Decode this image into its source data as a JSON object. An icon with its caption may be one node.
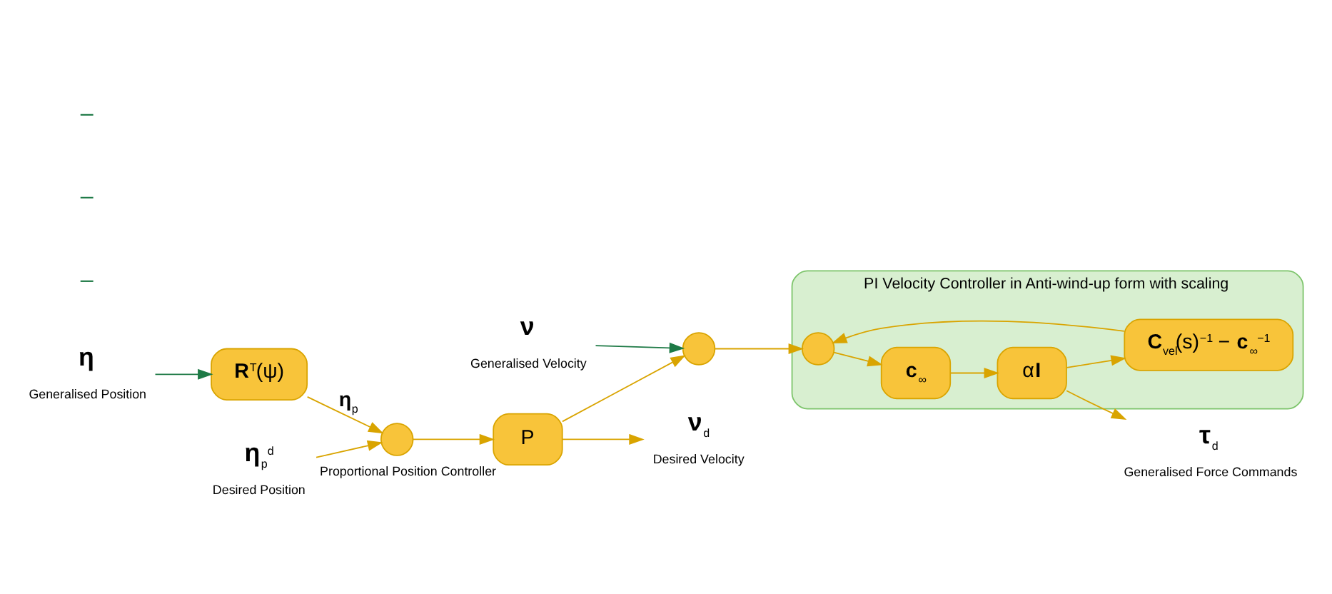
{
  "diagram": {
    "nodes": [
      {
        "text": [],
        "shape": "circle"
      },
      {
        "text": [
          "P"
        ],
        "beside": [
          "Proportional Position Controller"
        ]
      },
      {
        "text": [],
        "shape": "circle"
      },
      {
        "text": [
          "PI Velocity Controller in Anti-wind-up form with scaling"
        ]
      },
      {
        "text": [],
        "shape": "circle",
        "in": 3
      },
      {
        "text": [
          "**c**$_{∞}$"
        ],
        "in": 3
      },
      {
        "text": [
          "α**I**"
        ],
        "in": 3
      },
      {
        "text": [
          "**C**$_{vel}$(s)$^{−1}$ − **c**$_{∞}$$^{−1}$"
        ],
        "in": 3
      },
      {
        "text": [
          "**R**$^{T}$(ψ)"
        ]
      },
      {
        "text": [
          "**η**$_{p}$$^{d}$",
          "Desired Position"
        ]
      },
      {
        "text": [
          "**ν**$_{d}$",
          "Desired Velocity"
        ]
      },
      {
        "text": [
          "**τ**$_{d}$",
          "Generalised Force Commands"
        ]
      },
      {
        "text": [
          "**ν**",
          "Generalised Velocity"
        ]
      },
      {
        "text": [
          "**η**",
          "Generalised Position"
        ]
      }
    ],
    "edges": [
      {
        "from": 9,
        "to": 0,
        "arrow": "to"
      },
      {
        "from": 0,
        "to": 1,
        "arrow": "to"
      },
      {
        "from": 1,
        "to": 2,
        "arrow": "to"
      },
      {
        "from": 1,
        "to": 10,
        "arrow": "to"
      },
      {
        "from": 2,
        "to": 4,
        "arrow": "to"
      },
      {
        "from": 4,
        "to": 5,
        "arrow": "to"
      },
      {
        "from": 5,
        "to": 6,
        "arrow": "to"
      },
      {
        "from": 6,
        "to": 11,
        "arrow": "to"
      },
      {
        "from": 6,
        "to": 7,
        "arrow": "to"
      },
      {
        "from": 7,
        "to": 4,
        "arrow": "to"
      },
      {
        "from": 12,
        "to": 2,
        "arrow": "to",
        "color": "#1e7a46"
      },
      {
        "from": 13,
        "to": 8,
        "arrow": "to",
        "color": "#1e7a46"
      },
      {
        "from": 8,
        "to": 0,
        "arrow": "to",
        "label": "**η**$_{p}$"
      }
    ],
    "labels": [
      "–",
      "–",
      "–"
    ]
  }
}
